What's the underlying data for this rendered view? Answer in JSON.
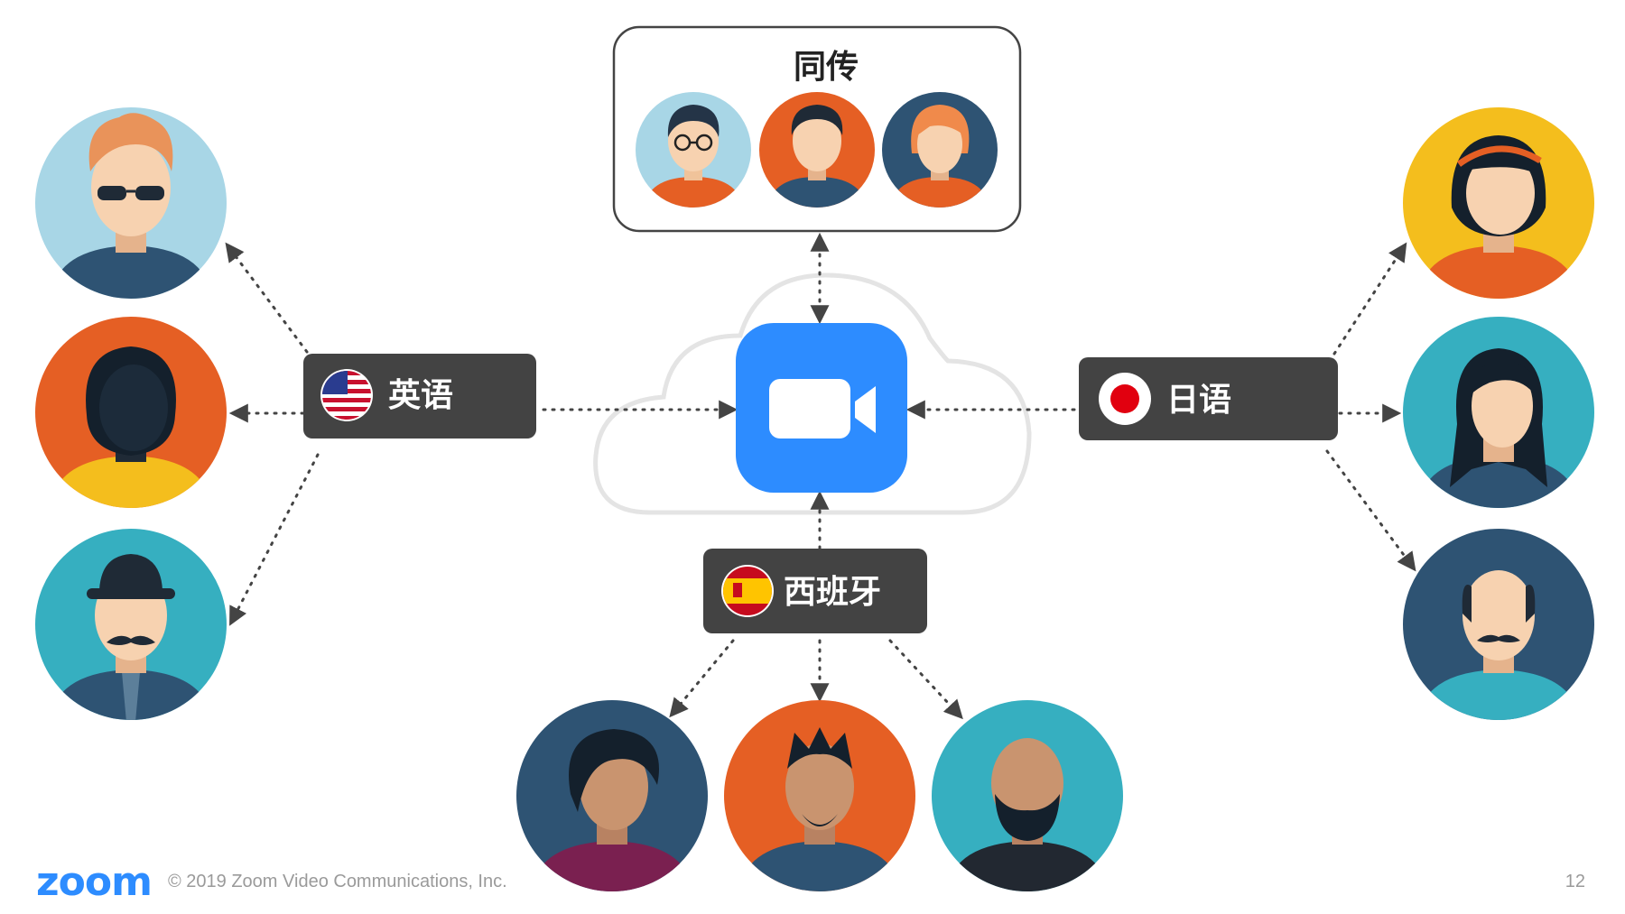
{
  "interpreters": {
    "title": "同传"
  },
  "channels": {
    "english": {
      "label": "英语"
    },
    "japanese": {
      "label": "日语"
    },
    "spanish": {
      "label": "西班牙"
    }
  },
  "footer": {
    "logo": "zoom",
    "copyright": "© 2019 Zoom Video Communications, Inc.",
    "page": "12"
  },
  "colors": {
    "zoom_blue": "#2D8CFF",
    "label_bg": "#434343",
    "orange": "#E55F24",
    "light_blue": "#A8D6E6",
    "teal": "#36AFC0",
    "navy": "#2E5373",
    "yellow": "#F4BE1D"
  },
  "icons": [
    "zoom-camera-icon",
    "us-flag-icon",
    "japan-flag-icon",
    "spain-flag-icon",
    "cloud-icon"
  ]
}
